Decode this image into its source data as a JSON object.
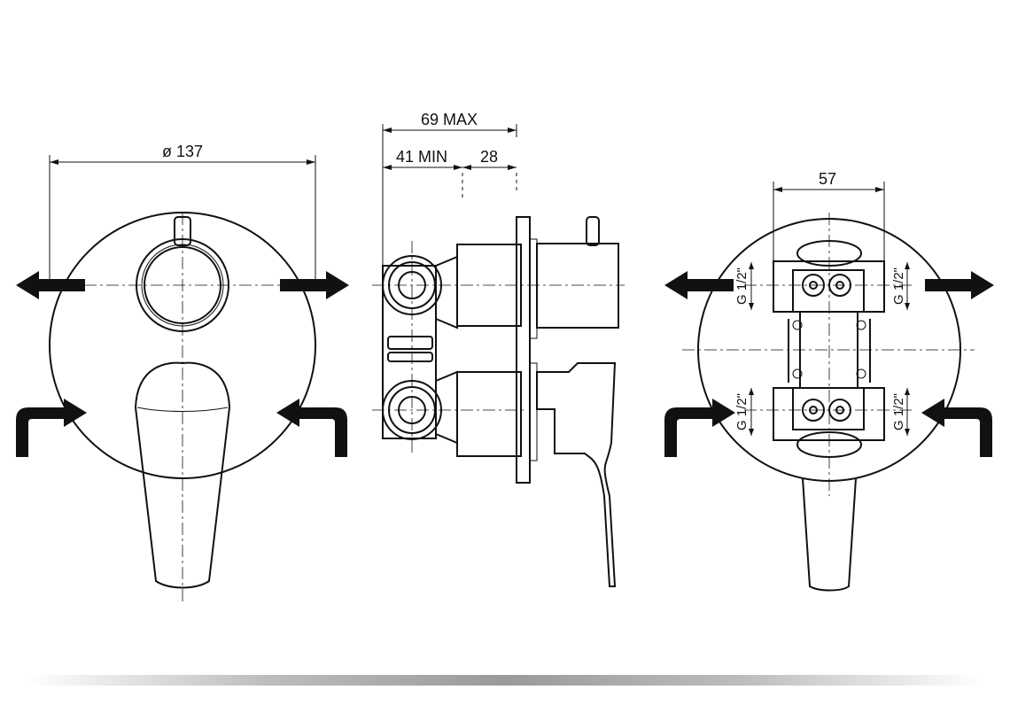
{
  "drawing": {
    "front_view": {
      "diameter_label": "ø 137"
    },
    "side_view": {
      "overall_depth_label": "69 MAX",
      "min_depth_label": "41 MIN",
      "plate_offset_label": "28"
    },
    "rear_view": {
      "spacing_label": "57",
      "thread_labels": [
        "G 1/2\"",
        "G 1/2\"",
        "G 1/2\"",
        "G 1/2\""
      ]
    }
  },
  "colors": {
    "line": "#111111",
    "background": "#ffffff"
  }
}
